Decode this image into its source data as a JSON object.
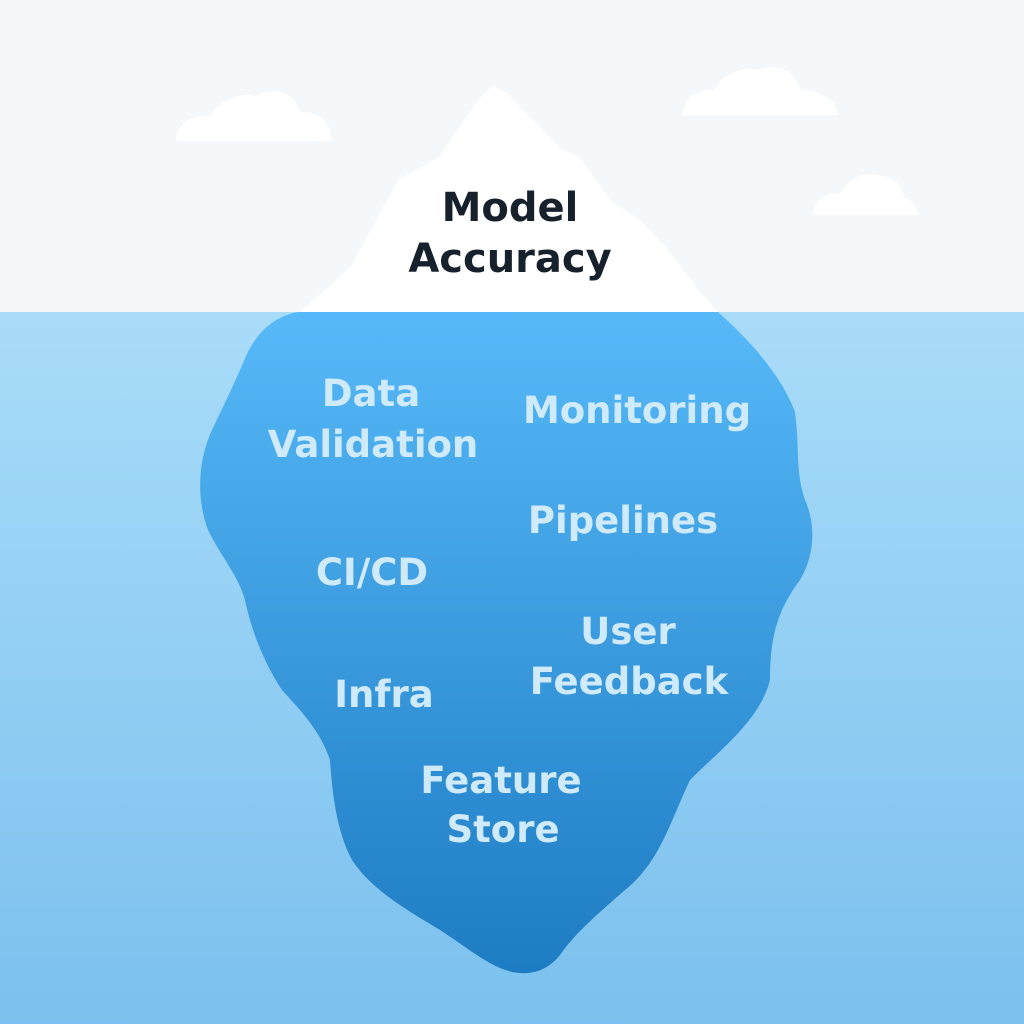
{
  "colors": {
    "sky": "#f4f8fb",
    "water_top": "#a9dcf9",
    "water_bottom": "#7bc0ee",
    "iceberg_above": "#ffffff",
    "iceberg_below_top": "#57b9f8",
    "iceberg_below_bottom": "#1e7cc3",
    "tip_text": "#17212b",
    "underwater_text": "#cfeafb"
  },
  "icons": [
    "cloud-icon",
    "cloud-icon",
    "cloud-icon",
    "iceberg-icon"
  ],
  "tip": {
    "line1": "Model",
    "line2": "Accuracy"
  },
  "underwater": {
    "data_validation": {
      "line1": "Data",
      "line2": "Validation"
    },
    "monitoring": {
      "line1": "Monitoring"
    },
    "pipelines": {
      "line1": "Pipelines"
    },
    "cicd": {
      "line1": "CI/CD"
    },
    "user_feedback": {
      "line1": "User",
      "line2": "Feedback"
    },
    "infra": {
      "line1": "Infra"
    },
    "feature_store": {
      "line1": "Feature",
      "line2": "Store"
    }
  }
}
